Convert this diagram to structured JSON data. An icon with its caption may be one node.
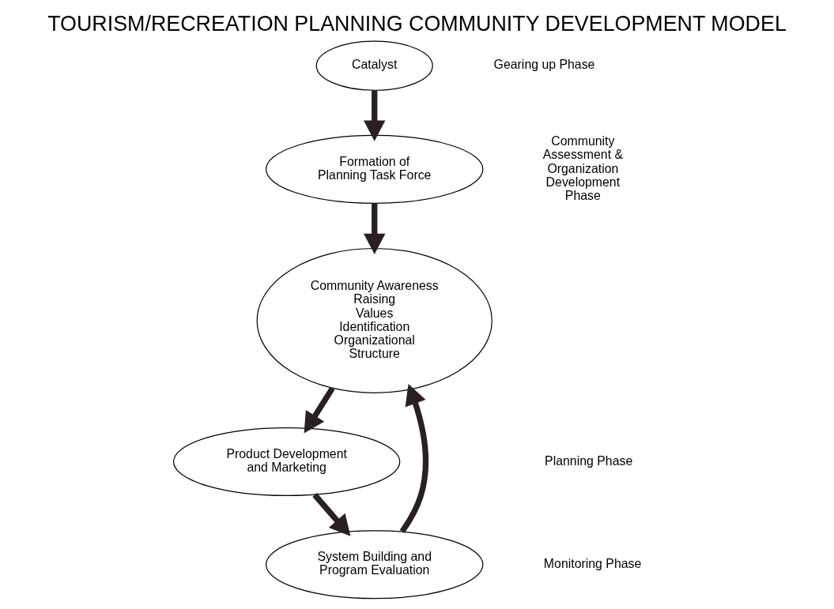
{
  "diagram": {
    "title": "TOURISM/RECREATION PLANNING COMMUNITY DEVELOPMENT MODEL",
    "nodes": [
      {
        "text": [
          "Catalyst"
        ]
      },
      {
        "text": [
          "Formation of Planning Task Force"
        ]
      },
      {
        "text": [
          "Community Awareness Raising",
          "Values Identification",
          "Organizational Structure"
        ]
      },
      {
        "text": [
          "Product Development and Marketing"
        ]
      },
      {
        "text": [
          "System Building and Program Evaluation"
        ]
      }
    ],
    "edges": [
      {
        "from": 0,
        "to": 1,
        "arrow": "to"
      },
      {
        "from": 1,
        "to": 2,
        "arrow": "to"
      },
      {
        "from": 2,
        "to": 3,
        "arrow": "to"
      },
      {
        "from": 3,
        "to": 4,
        "arrow": "to"
      },
      {
        "from": 4,
        "to": 2,
        "arrow": "to"
      }
    ],
    "labels": [
      "Gearing up Phase",
      "Community Assessment & Organization Development Phase",
      "Monitoring Phase",
      "Planning Phase"
    ]
  }
}
